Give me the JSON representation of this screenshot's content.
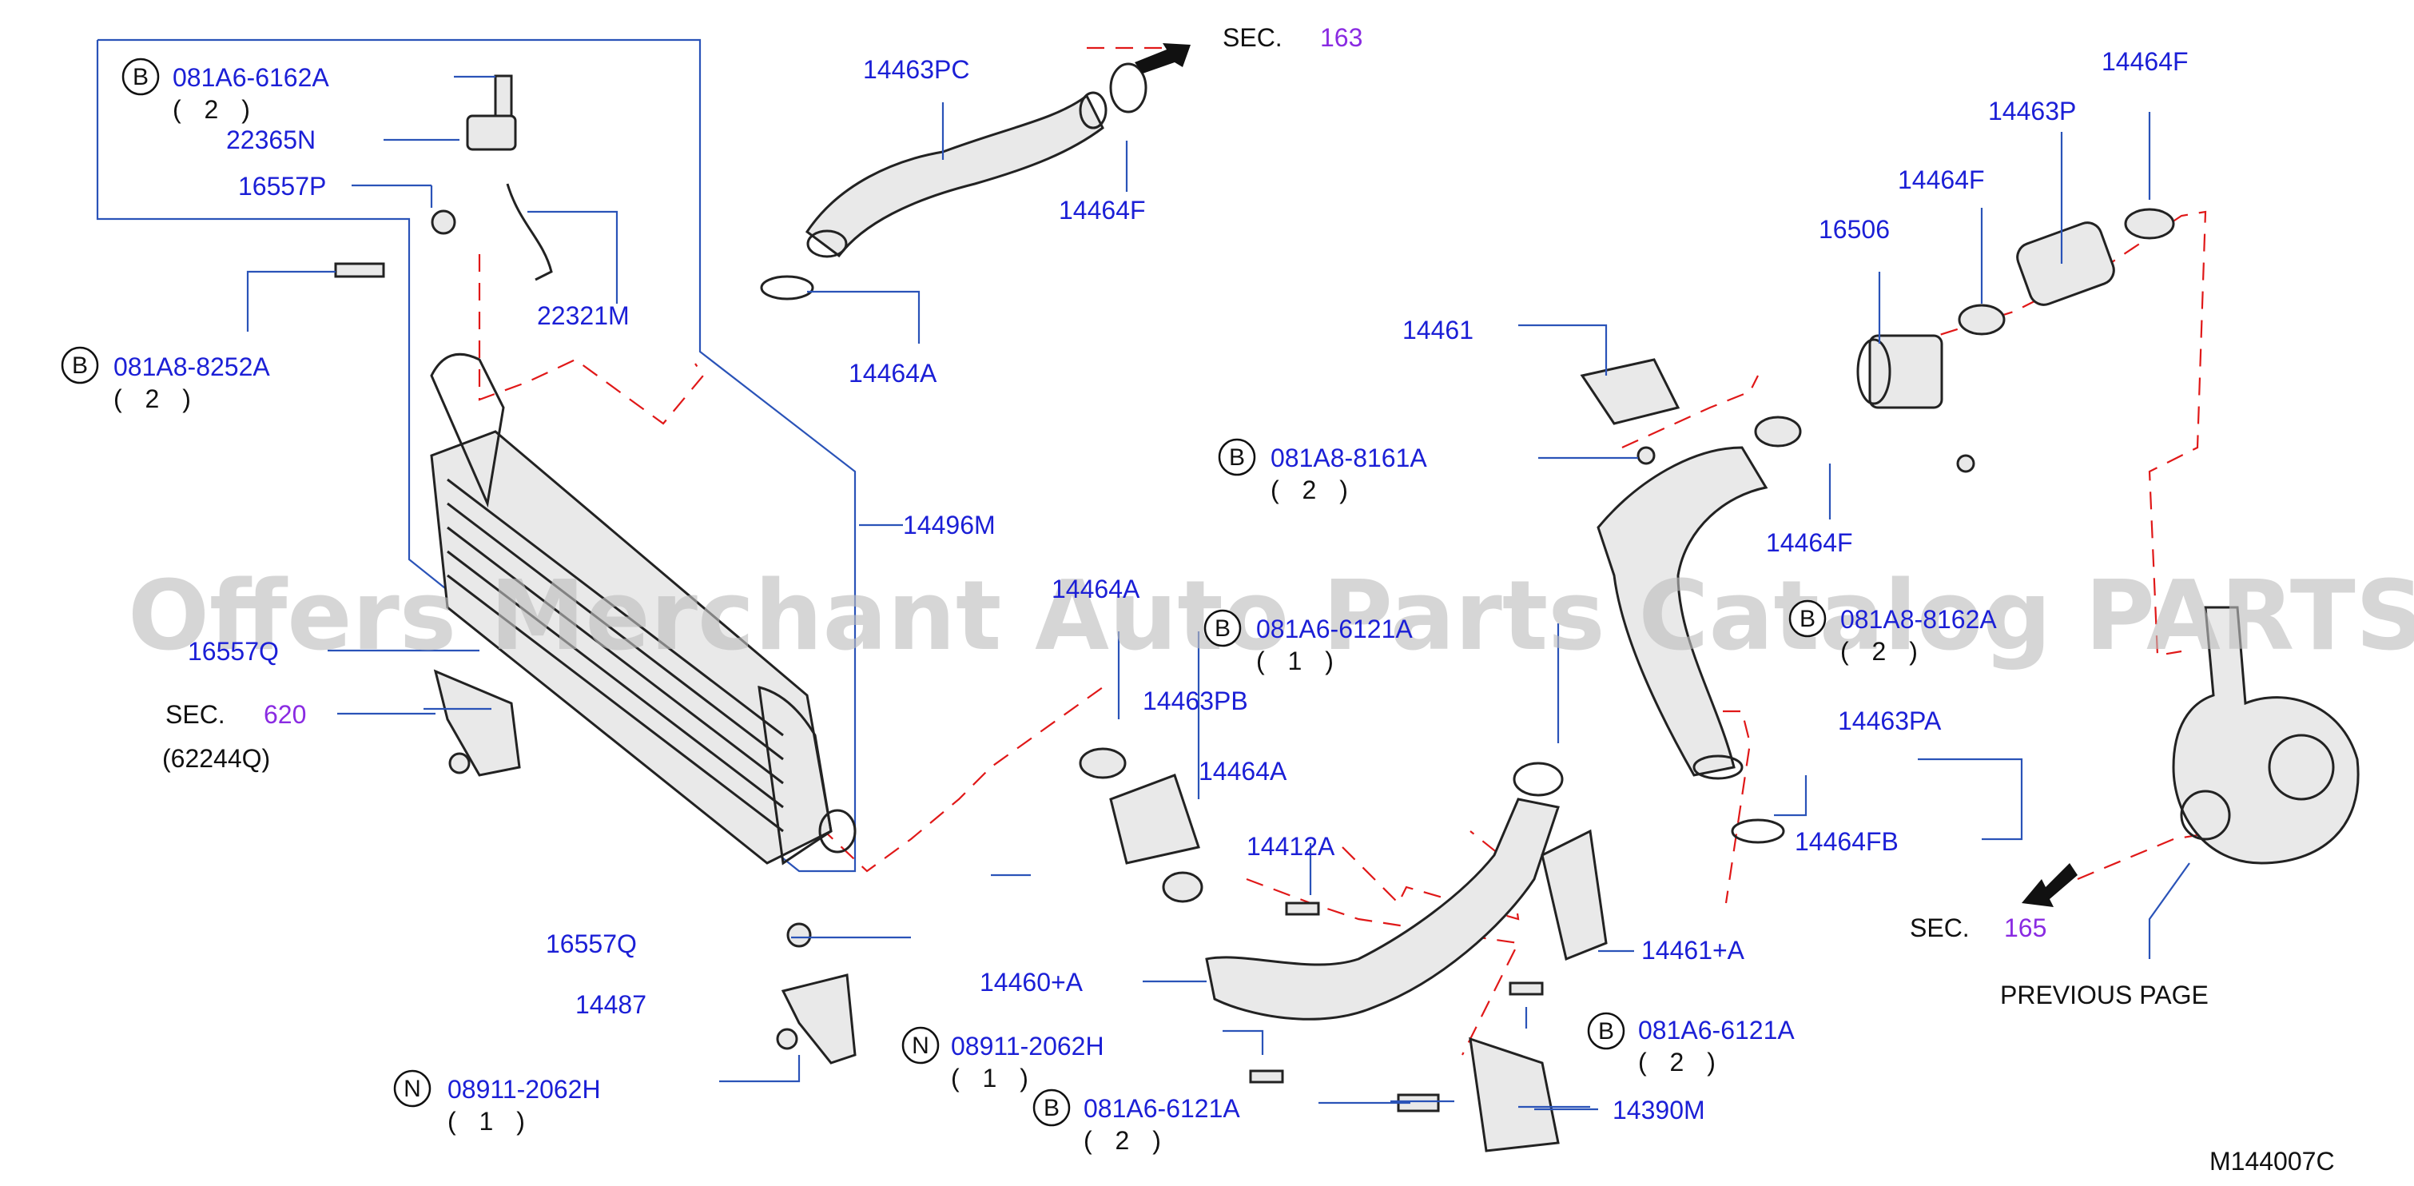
{
  "watermark": "Offers Merchant Auto Parts Catalog PARTSTORE.SA",
  "figure_id": "M144007C",
  "colors": {
    "part_number": "#1b1fd6",
    "section_number": "#8a2be2",
    "leader": "#2a53b8",
    "pipe_route": "#e01818"
  },
  "part_labels": {
    "p1": "081A6-6162A",
    "p1b": "B",
    "p1q": "( 2 )",
    "p2": "22365N",
    "p3": "16557P",
    "p4": "081A8-8252A",
    "p4b": "B",
    "p4q": "( 2 )",
    "p5": "22321M",
    "p6": "14463PC",
    "p7": "14464F",
    "p8": "14464A",
    "p9": "14496M",
    "p10": "16557Q",
    "p11": "14464F",
    "p12": "14463P",
    "p13": "14464F",
    "p14": "16506",
    "p15": "14461",
    "p16": "081A8-8161A",
    "p16b": "B",
    "p16q": "( 2 )",
    "p17": "14464F",
    "p18": "14464A",
    "p19": "081A6-6121A",
    "p19b": "B",
    "p19q": "( 1 )",
    "p20": "081A8-8162A",
    "p20b": "B",
    "p20q": "( 2 )",
    "p21": "14463PB",
    "p22": "14464A",
    "p23": "14463PA",
    "p24": "14412A",
    "p25": "14464FB",
    "p26": "16557Q",
    "p27": "14487",
    "p28": "14460+A",
    "p29": "14461+A",
    "p30": "08911-2062H",
    "p30b": "N",
    "p30q": "( 1 )",
    "p31": "081A6-6121A",
    "p31b": "B",
    "p31q": "( 2 )",
    "p32": "08911-2062H",
    "p32b": "N",
    "p32q": "( 1 )",
    "p33": "081A6-6121A",
    "p33b": "B",
    "p33q": "( 2 )",
    "p34": "14390M"
  },
  "sections": {
    "s1": {
      "prefix": "SEC.",
      "number": "163"
    },
    "s2": {
      "prefix": "SEC.",
      "number": "620",
      "sub": "(62244Q)"
    },
    "s3": {
      "prefix": "SEC.",
      "number": "165"
    }
  },
  "previous_page": "PREVIOUS   PAGE"
}
